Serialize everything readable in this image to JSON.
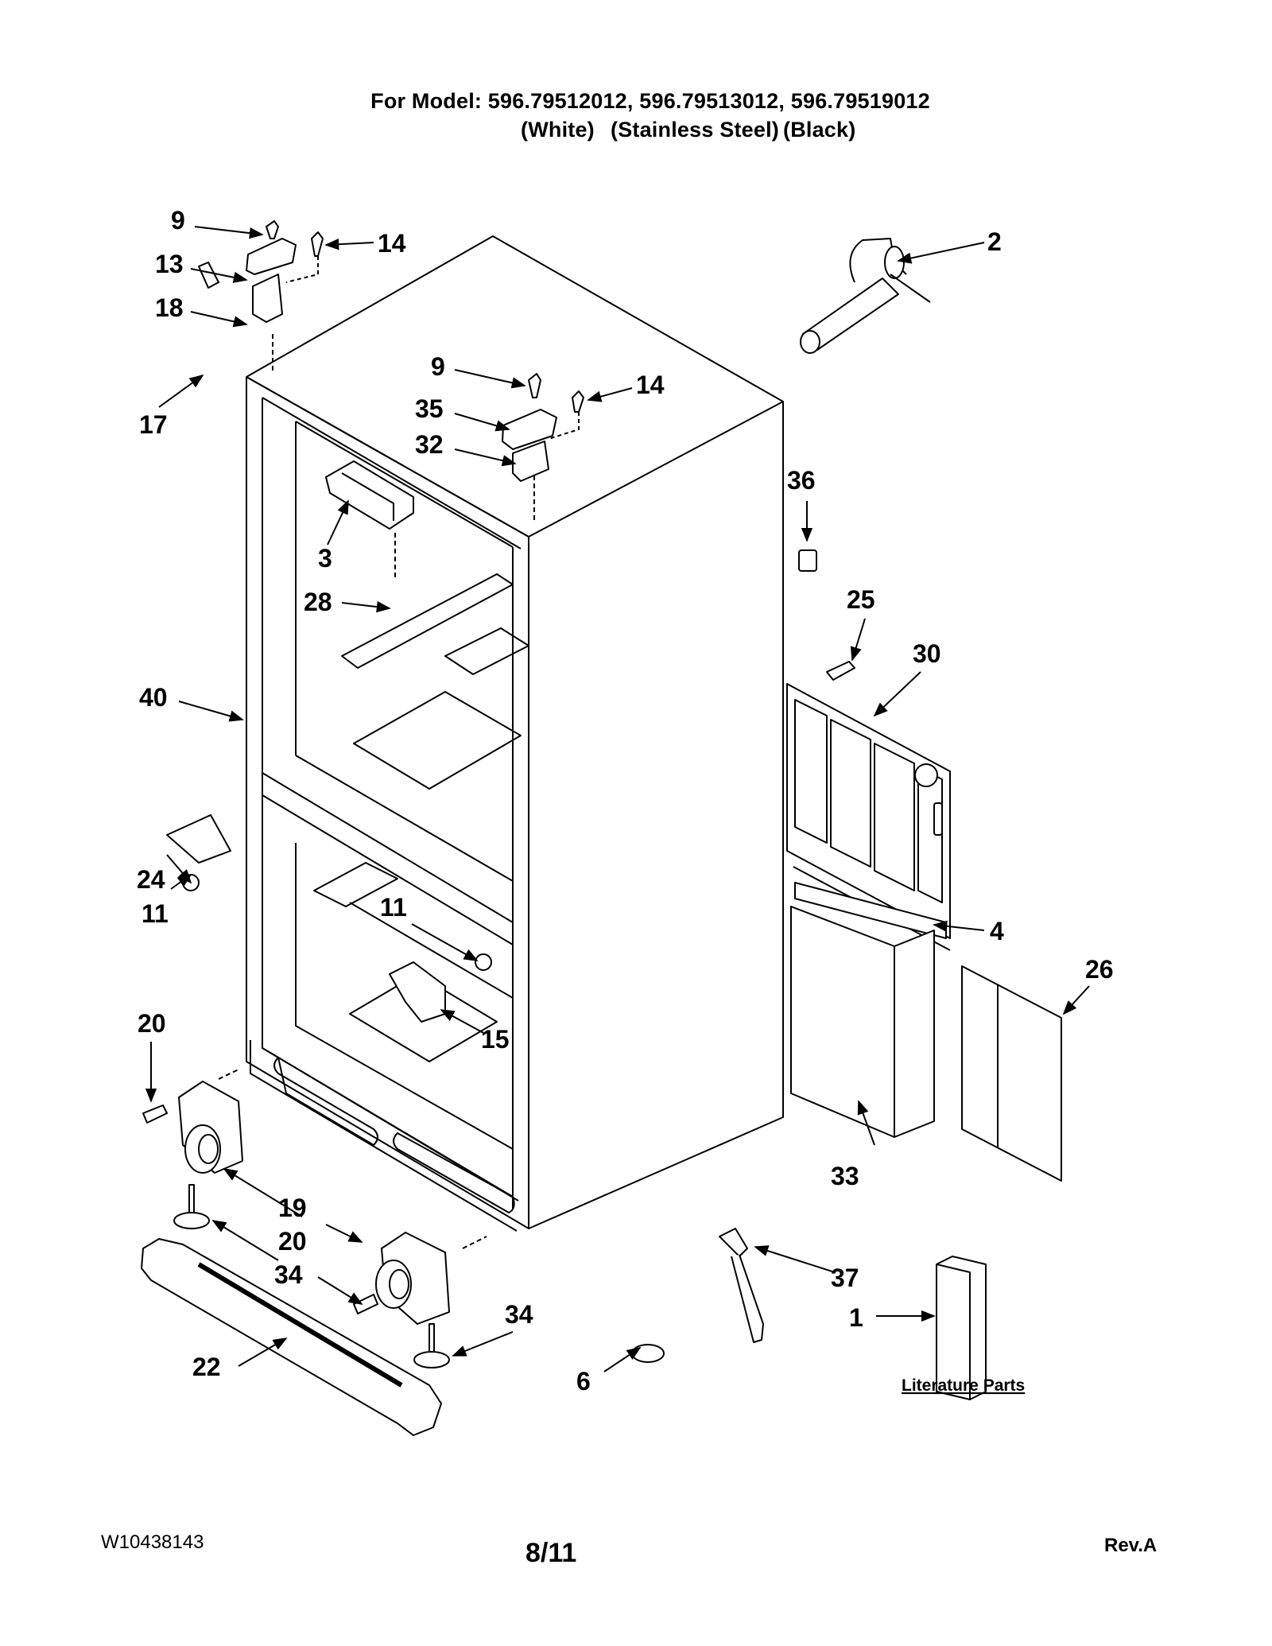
{
  "header": {
    "model_line": "For Model: 596.79512012, 596.79513012, 596.79519012",
    "variants": [
      "(White)",
      "(Stainless Steel)",
      "(Black)"
    ]
  },
  "callouts": [
    "9",
    "14",
    "13",
    "18",
    "17",
    "2",
    "9",
    "14",
    "35",
    "32",
    "3",
    "28",
    "36",
    "25",
    "30",
    "40",
    "24",
    "11",
    "11",
    "15",
    "4",
    "26",
    "20",
    "19",
    "20",
    "34",
    "22",
    "34",
    "6",
    "37",
    "33",
    "1"
  ],
  "literature_label": "Literature Parts",
  "footer": {
    "doc_number": "W10438143",
    "page": "8/11",
    "revision": "Rev.A"
  }
}
